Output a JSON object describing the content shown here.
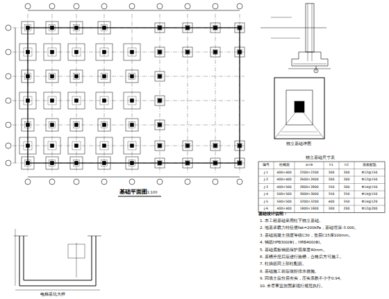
{
  "diagram": {
    "title": "基础平面图",
    "labels": [
      "1:100",
      "独立基础详图",
      "独立基础尺寸表",
      "电梯基坑大样",
      "基础设计说明：",
      "1. 本工程基础采用柱下独立基础。",
      "2. 地基承载力特征值fak=200kPa，基础埋深-3.000。",
      "3. 基础混凝土强度等级C30，垫层C15厚100mm。",
      "4. 钢筋HPB300(Φ)，HRB400(Φ)。",
      "5. 基础底板钢筋保护层厚度40mm。",
      "6. 基槽开挖后应进行验槽，合格后方可施工。",
      "7. 柱插筋同上部柱配筋。",
      "8. 基础施工前应做好排水措施。",
      "9. 回填土应分层夯实，压实系数不小于0.94。",
      "10. 未尽事宜按国家现行规范执行。",
      "编号",
      "柱截面",
      "A×B",
      "h1",
      "h2",
      "底板配筋",
      "J-1",
      "400×400",
      "2200×2200",
      "300",
      "300",
      "Φ12@150",
      "J-2",
      "400×400",
      "2600×2600",
      "300",
      "300",
      "Φ12@150",
      "J-3",
      "400×500",
      "2800×2800",
      "350",
      "300",
      "Φ14@150",
      "J-4",
      "500×500",
      "3000×3000",
      "350",
      "350",
      "Φ14@150",
      "J-5",
      "500×500",
      "3200×3200",
      "400",
      "350",
      "Φ14@120",
      "J-6",
      "400×400",
      "1800×1800",
      "300",
      "200",
      "Φ12@200"
    ]
  }
}
